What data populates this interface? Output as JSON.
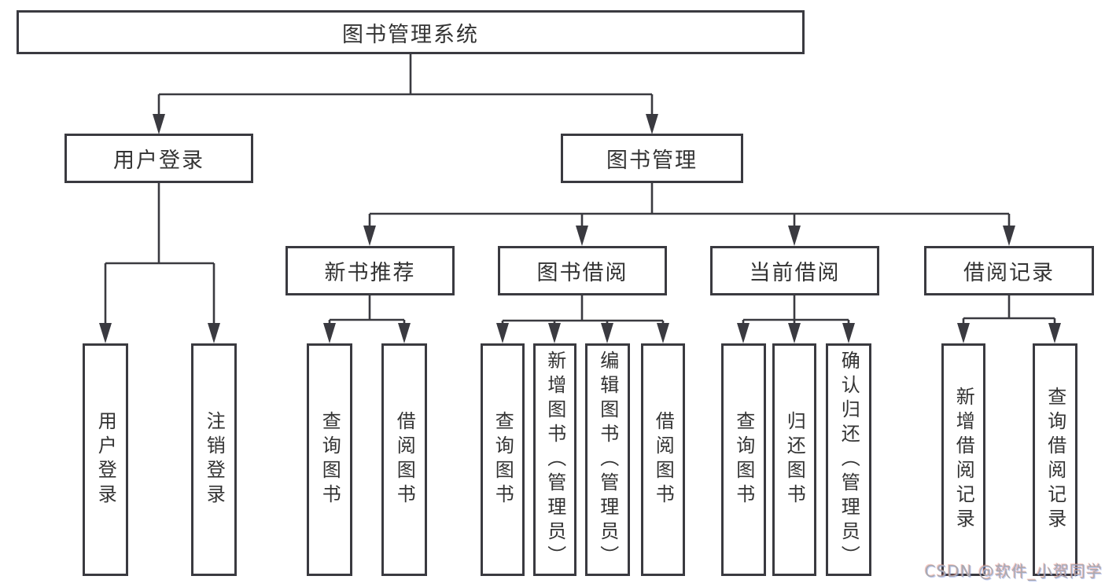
{
  "diagram": {
    "colors": {
      "line": "#3a3a40",
      "text": "#333333",
      "node_background": "#ffffff",
      "watermark": "#a9a9af"
    },
    "watermark": "CSDN @软件_小贺同学",
    "nodes": {
      "root": {
        "label": "图书管理系统"
      },
      "user_login": {
        "label": "用户登录"
      },
      "book_mgmt": {
        "label": "图书管理"
      },
      "new_book_rec": {
        "label": "新书推荐"
      },
      "book_borrow": {
        "label": "图书借阅"
      },
      "current_borrow": {
        "label": "当前借阅"
      },
      "borrow_record": {
        "label": "借阅记录"
      },
      "user_login_leaf": {
        "label": "用户登录"
      },
      "logout_leaf": {
        "label": "注销登录"
      },
      "nb_query": {
        "label": "查询图书"
      },
      "nb_borrow": {
        "label": "借阅图书"
      },
      "bb_query": {
        "label": "查询图书"
      },
      "bb_add": {
        "label": "新增图书（管理员）"
      },
      "bb_edit": {
        "label": "编辑图书（管理员）"
      },
      "bb_borrow": {
        "label": "借阅图书"
      },
      "cb_query": {
        "label": "查询图书"
      },
      "cb_return": {
        "label": "归还图书"
      },
      "cb_confirm": {
        "label": "确认归还（管理员）"
      },
      "br_add": {
        "label": "新增借阅记录"
      },
      "br_query": {
        "label": "查询借阅记录"
      }
    },
    "hierarchy": {
      "图书管理系统": {
        "用户登录": [
          "用户登录",
          "注销登录"
        ],
        "图书管理": {
          "新书推荐": [
            "查询图书",
            "借阅图书"
          ],
          "图书借阅": [
            "查询图书",
            "新增图书（管理员）",
            "编辑图书（管理员）",
            "借阅图书"
          ],
          "当前借阅": [
            "查询图书",
            "归还图书",
            "确认归还（管理员）"
          ],
          "借阅记录": [
            "新增借阅记录",
            "查询借阅记录"
          ]
        }
      }
    }
  }
}
